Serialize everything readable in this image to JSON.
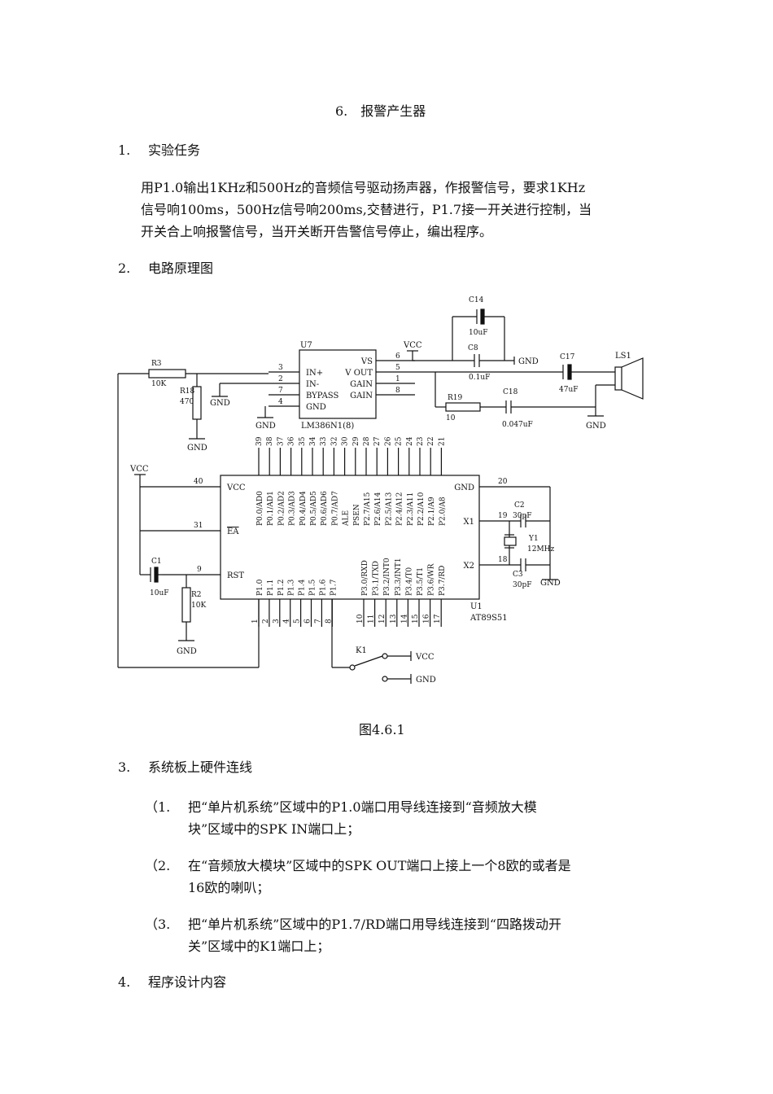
{
  "doc": {
    "title": "6.　报警产生器",
    "section1": {
      "num": "1.",
      "heading": "实验任务"
    },
    "task_lines": [
      "用P1.0输出1KHz和500Hz的音频信号驱动扬声器，作报警信号，要求1KHz",
      "信号响100ms，500Hz信号响200ms,交替进行，P1.7接一开关进行控制，当",
      "开关合上响报警信号，当开关断开告警信号停止，编出程序。"
    ],
    "section2": {
      "num": "2.",
      "heading": "电路原理图"
    },
    "figure_caption": "图4.6.1",
    "section3": {
      "num": "3.",
      "heading": "系统板上硬件连线"
    },
    "steps": [
      {
        "num": "（1.",
        "lines": [
          "把“单片机系统”区域中的P1.0端口用导线连接到“音频放大模",
          "块”区域中的SPK IN端口上；"
        ]
      },
      {
        "num": "（2.",
        "lines": [
          "在“音频放大模块”区域中的SPK OUT端口上接上一个8欧的或者是",
          "16欧的喇叭；"
        ]
      },
      {
        "num": "（3.",
        "lines": [
          "把“单片机系统”区域中的P1.7/RD端口用导线连接到“四路拨动开",
          "关”区域中的K1端口上；"
        ]
      }
    ],
    "section4": {
      "num": "4.",
      "heading": "程序设计内容"
    }
  },
  "schematic": {
    "amp": {
      "ref": "U7",
      "part": "LM386N1(8)",
      "pins_left": [
        {
          "num": "3",
          "name": "IN+"
        },
        {
          "num": "2",
          "name": "IN-"
        },
        {
          "num": "7",
          "name": "BYPASS"
        },
        {
          "num": "4",
          "name": "GND"
        }
      ],
      "pins_right": [
        {
          "num": "6",
          "name": "VS"
        },
        {
          "num": "5",
          "name": "V OUT"
        },
        {
          "num": "1",
          "name": "GAIN"
        },
        {
          "num": "8",
          "name": "GAIN"
        }
      ]
    },
    "mcu": {
      "ref": "U1",
      "part": "AT89S51",
      "top_pins": [
        "39",
        "38",
        "37",
        "36",
        "35",
        "34",
        "33",
        "32",
        "30",
        "29",
        "28",
        "27",
        "26",
        "25",
        "24",
        "23",
        "22",
        "21"
      ],
      "top_names": [
        "P0.0/AD0",
        "P0.1/AD1",
        "P0.2/AD2",
        "P0.3/AD3",
        "P0.4/AD4",
        "P0.5/AD5",
        "P0.6/AD6",
        "P0.7/AD7",
        "ALE",
        "PSEN",
        "P2.7/A15",
        "P2.6/A14",
        "P2.5/A13",
        "P2.4/A12",
        "P2.3/A11",
        "P2.2/A10",
        "P2.1/A9",
        "P2.0/A8"
      ],
      "bottom_pins": [
        "1",
        "2",
        "3",
        "4",
        "5",
        "6",
        "7",
        "8",
        "10",
        "11",
        "12",
        "13",
        "14",
        "15",
        "16",
        "17"
      ],
      "bottom_names": [
        "P1.0",
        "P1.1",
        "P1.2",
        "P1.3",
        "P1.4",
        "P1.5",
        "P1.6",
        "P1.7",
        "P3.0/RXD",
        "P3.1/TXD",
        "P3.2/INT0",
        "P3.3/INT1",
        "P3.4/T0",
        "P3.5/T1",
        "P3.6/WR",
        "P3.7/RD"
      ],
      "left_pins": [
        {
          "num": "40",
          "name": "VCC"
        },
        {
          "num": "31",
          "name": "EA"
        },
        {
          "num": "9",
          "name": "RST"
        }
      ],
      "right_pins": [
        {
          "num": "20",
          "name": "GND"
        },
        {
          "num": "19",
          "name": "X1"
        },
        {
          "num": "18",
          "name": "X2"
        }
      ]
    },
    "parts": {
      "r3": {
        "ref": "R3",
        "val": "10K"
      },
      "r18": {
        "ref": "R18",
        "val": "470"
      },
      "r19": {
        "ref": "R19",
        "val": "10"
      },
      "r2": {
        "ref": "R2",
        "val": "10K"
      },
      "c14": {
        "ref": "C14",
        "val": "10uF"
      },
      "c8": {
        "ref": "C8",
        "val": "0.1uF"
      },
      "c17": {
        "ref": "C17",
        "val": "47uF"
      },
      "c18": {
        "ref": "C18",
        "val": "0.047uF"
      },
      "c1": {
        "ref": "C1",
        "val": "10uF"
      },
      "c2": {
        "ref": "C2",
        "val": "30pF"
      },
      "c3": {
        "ref": "C3",
        "val": "30pF"
      },
      "y1": {
        "ref": "Y1",
        "val": "12MHz"
      },
      "ls1": {
        "ref": "LS1"
      },
      "k1": {
        "ref": "K1"
      }
    },
    "net_vcc": "VCC",
    "net_gnd": "GND"
  }
}
